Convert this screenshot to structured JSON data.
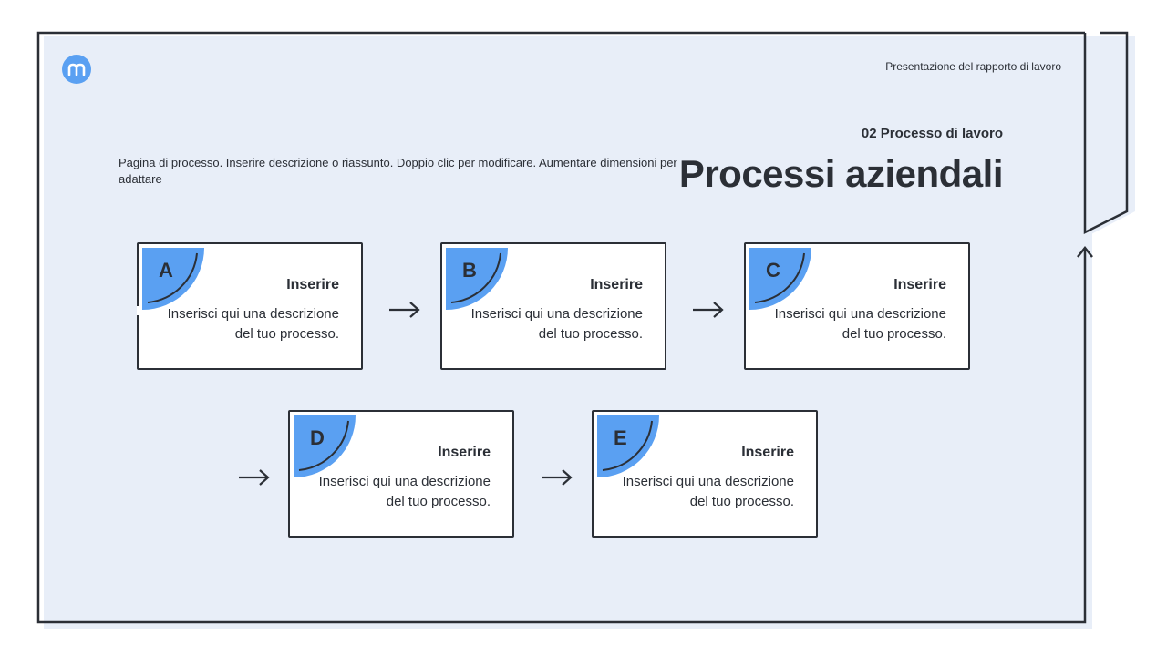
{
  "header": {
    "title": "Presentazione del rapporto di lavoro",
    "section_label": "02 Processo di lavoro",
    "page_title": "Processi aziendali",
    "description": "Pagina di processo. Inserire descrizione o riassunto. Doppio clic per modificare. Aumentare dimensioni per adattare"
  },
  "colors": {
    "background_panel": "#e8eef8",
    "accent": "#5aa0f2",
    "stroke": "#2b2f36"
  },
  "steps": [
    {
      "letter": "A",
      "title": "Inserire",
      "text": "Inserisci qui una descrizione del tuo processo."
    },
    {
      "letter": "B",
      "title": "Inserire",
      "text": "Inserisci qui una descrizione del tuo processo."
    },
    {
      "letter": "C",
      "title": "Inserire",
      "text": "Inserisci qui una descrizione del tuo processo."
    },
    {
      "letter": "D",
      "title": "Inserire",
      "text": "Inserisci qui una descrizione del tuo processo."
    },
    {
      "letter": "E",
      "title": "Inserire",
      "text": "Inserisci qui una descrizione del tuo processo."
    }
  ]
}
